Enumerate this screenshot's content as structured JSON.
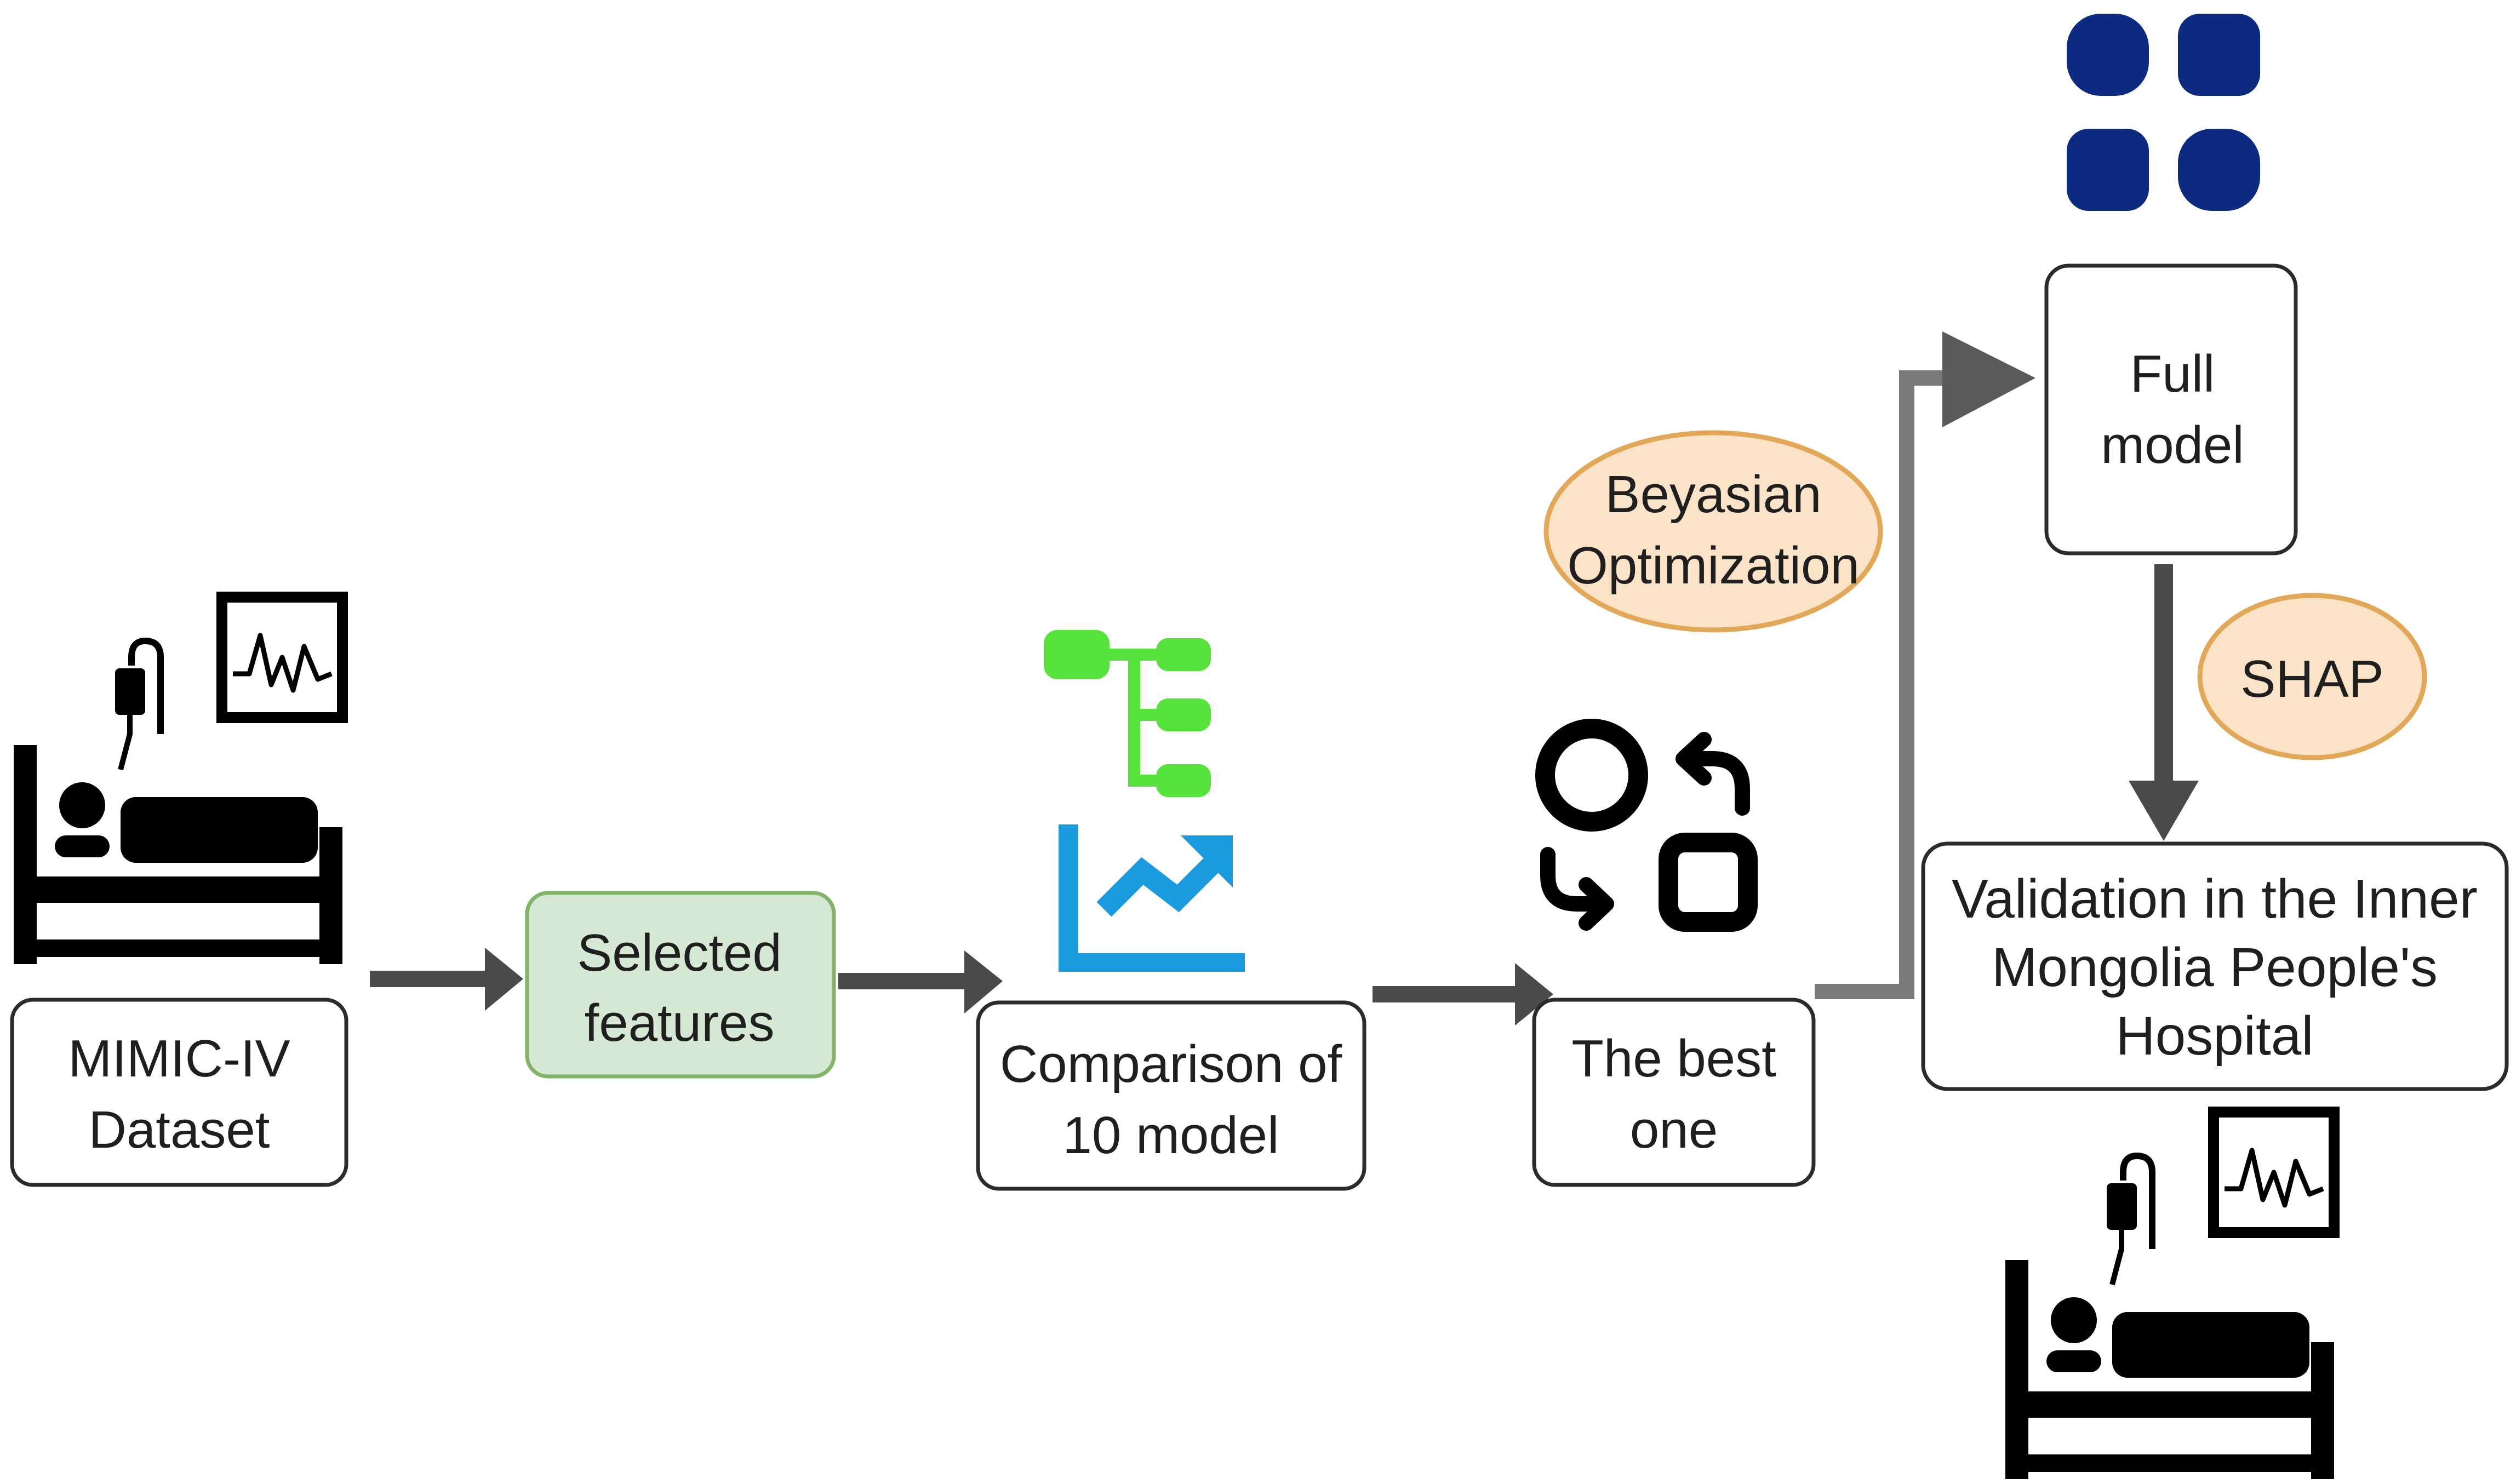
{
  "nodes": {
    "mimic": {
      "lines": [
        "MIMIC-IV",
        "Dataset"
      ]
    },
    "features": {
      "lines": [
        "Selected",
        "features"
      ]
    },
    "comparison": {
      "lines": [
        "Comparison of",
        "10 model"
      ]
    },
    "best": {
      "lines": [
        "The best",
        "one"
      ]
    },
    "full": {
      "lines": [
        "Full",
        "model"
      ]
    },
    "validation": {
      "lines": [
        "Validation in the Inner",
        "Mongolia  People's",
        "Hospital"
      ]
    }
  },
  "annotations": {
    "bayes": {
      "lines": [
        "Beyasian",
        "Optimization"
      ]
    },
    "shap": {
      "lines": [
        "SHAP"
      ]
    }
  },
  "icons": {
    "patient_bed_left": "hospital-bed-with-monitor-icon",
    "patient_bed_right": "hospital-bed-with-monitor-icon",
    "tree": "tree-structure-icon",
    "trend": "trending-up-chart-icon",
    "shapes": "shapes-swap-icon",
    "grid": "four-squares-grid-icon"
  },
  "colors": {
    "box_border": "#2b2b2b",
    "features_fill": "#d5e8d4",
    "features_border": "#82b366",
    "ellipse_fill": "#fbe3c8",
    "ellipse_border": "#e3a857",
    "arrow": "#4a4a4a",
    "grid_icon": "#0c2a80",
    "tree_icon": "#55e33b",
    "trend_icon": "#1a9be0"
  }
}
